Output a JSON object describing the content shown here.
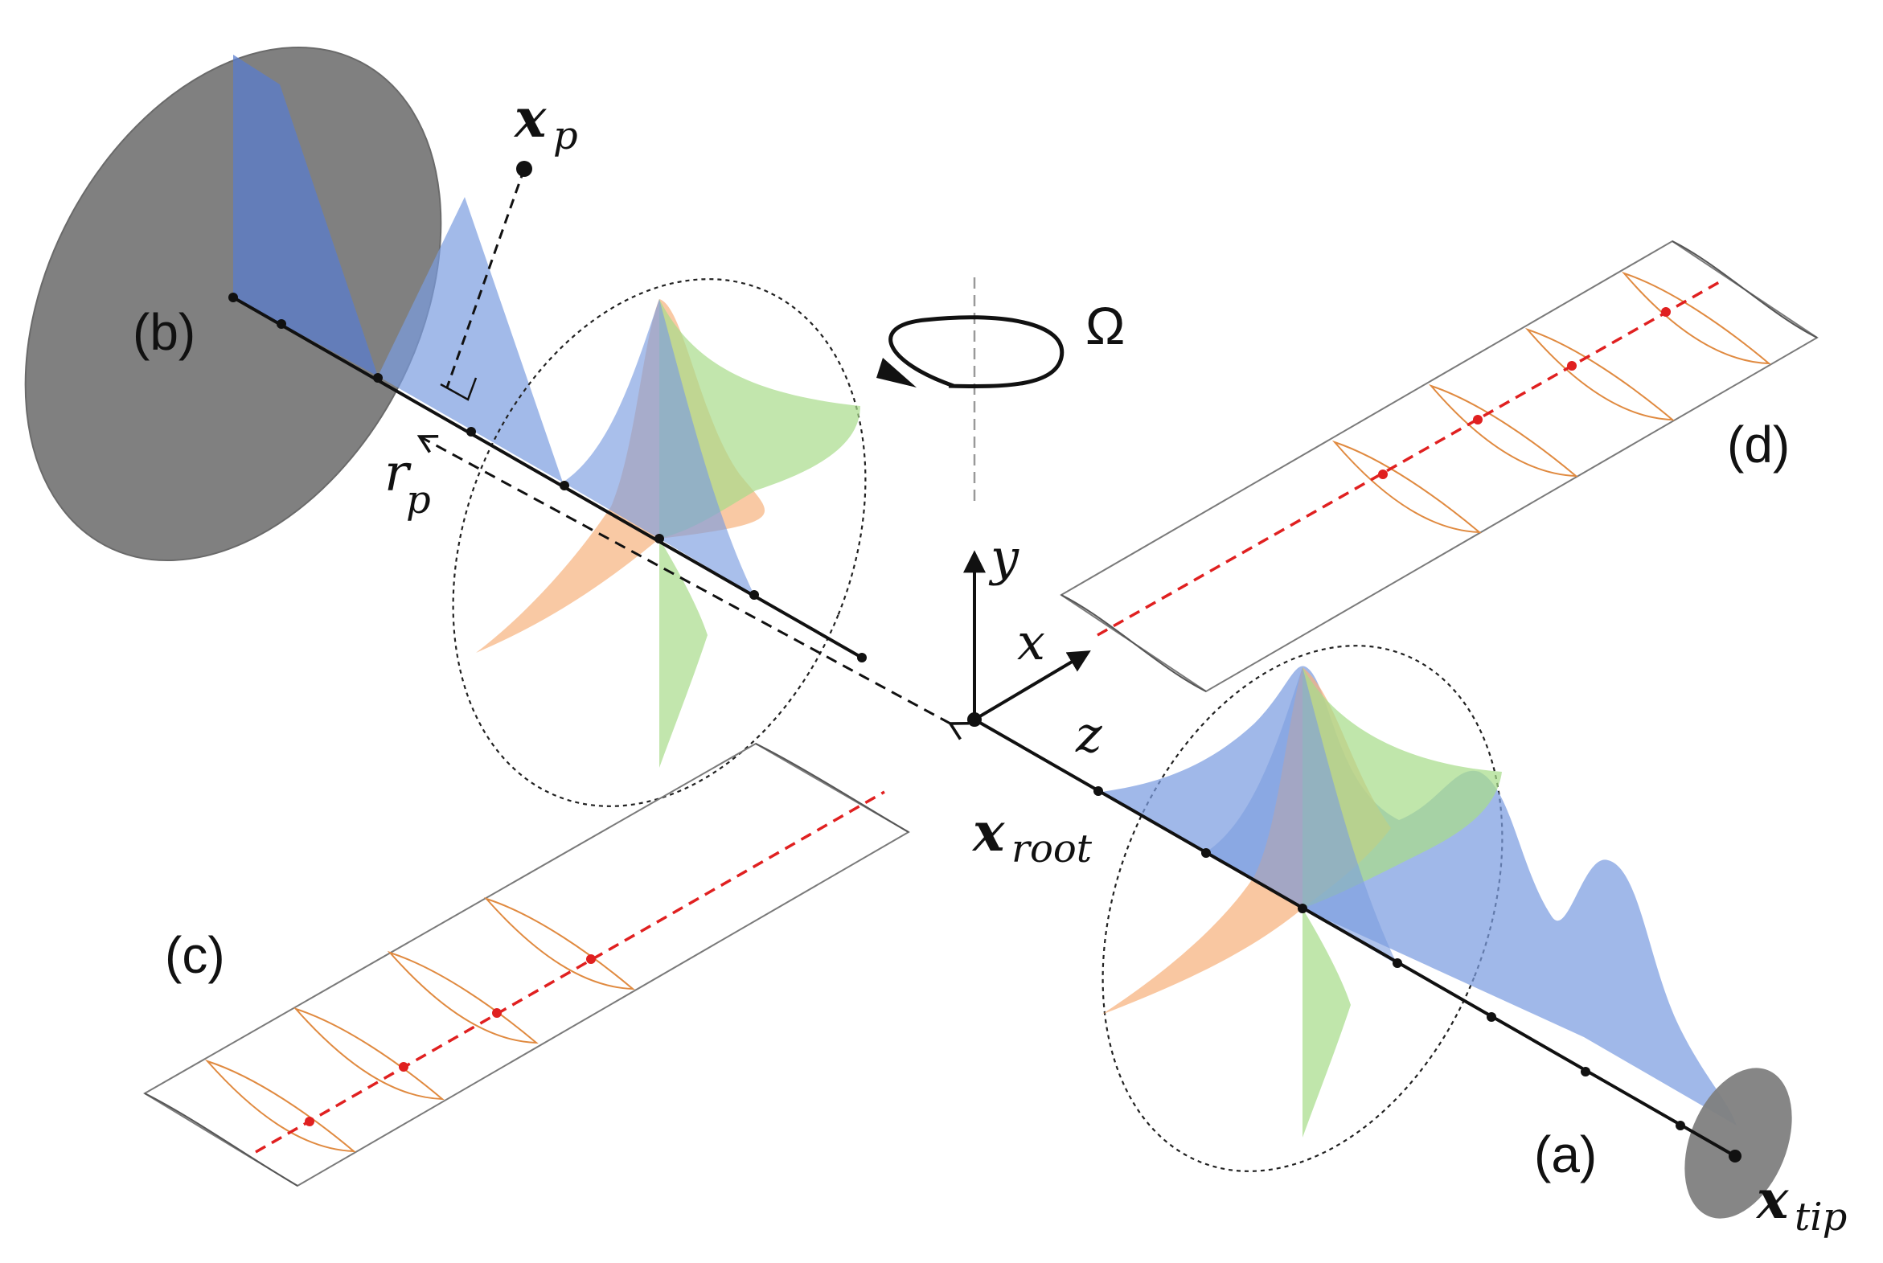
{
  "labels": {
    "panel_a": "(a)",
    "panel_b": "(b)",
    "panel_c": "(c)",
    "panel_d": "(d)",
    "omega": "Ω",
    "axis_x": "x",
    "axis_y": "y",
    "axis_z": "z",
    "x_p": "x",
    "x_p_sub": "p",
    "r_p": "r",
    "r_p_sub": "p",
    "x_root": "x",
    "x_root_sub": "root",
    "x_tip": "x",
    "x_tip_sub": "tip"
  },
  "colors": {
    "blue_fill": "#7b9de0",
    "orange_fill": "#f7b27d",
    "green_fill": "#a8dc8a",
    "gray_disc": "#808080",
    "red_dash": "#e02020",
    "airfoil": "#e08a40",
    "outline": "#7a7a7a",
    "ink": "#111111"
  }
}
